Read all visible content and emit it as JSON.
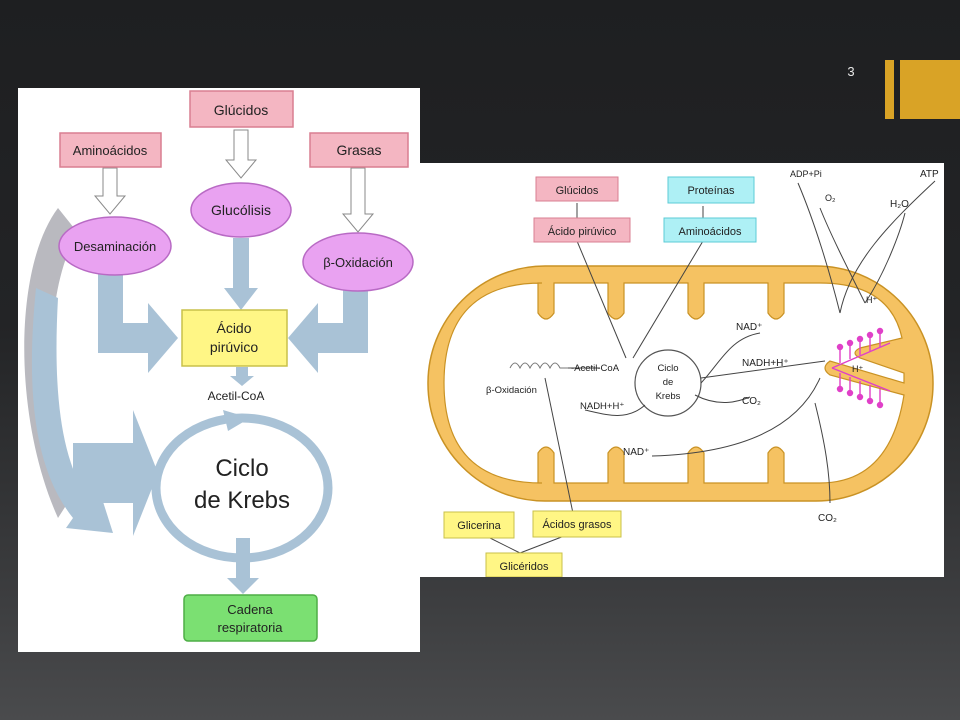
{
  "slide": {
    "number": "3"
  },
  "colors": {
    "accent": "#d9a326",
    "box_pink": "#f4b6c2",
    "box_purple": "#e9a2f1",
    "box_yellow": "#fff685",
    "box_cyan": "#aef0f5",
    "box_green": "#7be072",
    "arrow_blue": "#a9c2d6",
    "mito_orange": "#f5c262",
    "mito_inner": "#fde9b3",
    "atp_synthase": "#e040c8"
  },
  "left_diagram": {
    "glucidos": "Glúcidos",
    "aminoacidos": "Aminoácidos",
    "grasas": "Grasas",
    "glucolisis": "Glucólisis",
    "desaminacion": "Desaminación",
    "b_oxidacion": "β-Oxidación",
    "acido_piruvico_line1": "Ácido",
    "acido_piruvico_line2": "pirúvico",
    "acetil_coa": "Acetil-CoA",
    "krebs_line1": "Ciclo",
    "krebs_line2": "de Krebs",
    "cadena_line1": "Cadena",
    "cadena_line2": "respiratoria"
  },
  "right_diagram": {
    "glucidos": "Glúcidos",
    "proteinas": "Proteínas",
    "acido_piruvico": "Ácido pirúvico",
    "aminoacidos": "Aminoácidos",
    "adp_pi": "ADP+Pi",
    "atp": "ATP",
    "o2": "O₂",
    "h2o": "H₂O",
    "h_plus_top": "H⁺",
    "h_plus_bottom": "H⁺",
    "nad_top": "NAD⁺",
    "nadh_right": "NADH+H⁺",
    "co2_inner": "CO₂",
    "acetil_coa": "-Acetil-CoA",
    "krebs_line1": "Ciclo",
    "krebs_line2": "de",
    "krebs_line3": "Krebs",
    "b_oxidacion": "β-Oxidación",
    "nadh_left": "NADH+H⁺",
    "nad_bottom": "NAD⁺",
    "co2_outer": "CO₂",
    "glicerina": "Glicerina",
    "acidos_grasos": "Ácidos grasos",
    "gliceridos": "Glicéridos"
  }
}
